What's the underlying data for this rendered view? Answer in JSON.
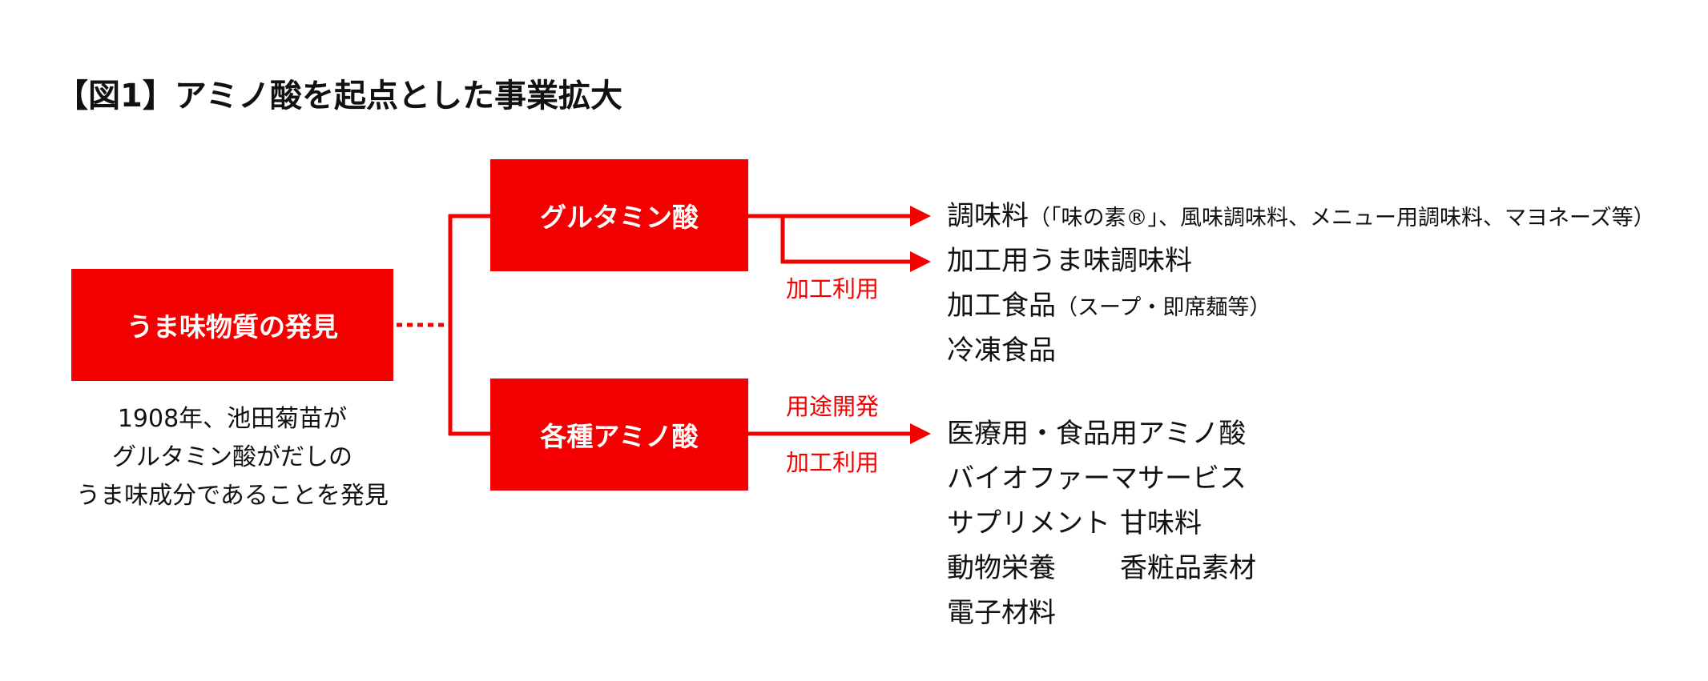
{
  "title": "【図1】アミノ酸を起点とした事業拡大",
  "colors": {
    "accent": "#f50000",
    "text": "#111111",
    "background": "#ffffff"
  },
  "nodes": {
    "discovery": "うま味物質の発見",
    "glutamic_acid": "グルタミン酸",
    "amino_acids": "各種アミノ酸"
  },
  "caption": {
    "line1": "1908年、池田菊苗が",
    "line2": "グルタミン酸がだしの",
    "line3": "うま味成分であることを発見"
  },
  "labels": {
    "glutamic_processing": "加工利用",
    "amino_development": "用途開発",
    "amino_processing": "加工利用"
  },
  "glutamic_products": {
    "p1": "調味料",
    "p1_note": "（「味の素®」、風味調味料、メニュー用調味料、マヨネーズ等）",
    "p2": "加工用うま味調味料",
    "p3": "加工食品",
    "p3_note": "（スープ・即席麺等）",
    "p4": "冷凍食品"
  },
  "amino_products": {
    "p1": "医療用・食品用アミノ酸",
    "p2": "バイオファーマサービス",
    "p3": "サプリメント",
    "p4": "甘味料",
    "p5": "動物栄養",
    "p6": "香粧品素材",
    "p7": "電子材料"
  }
}
